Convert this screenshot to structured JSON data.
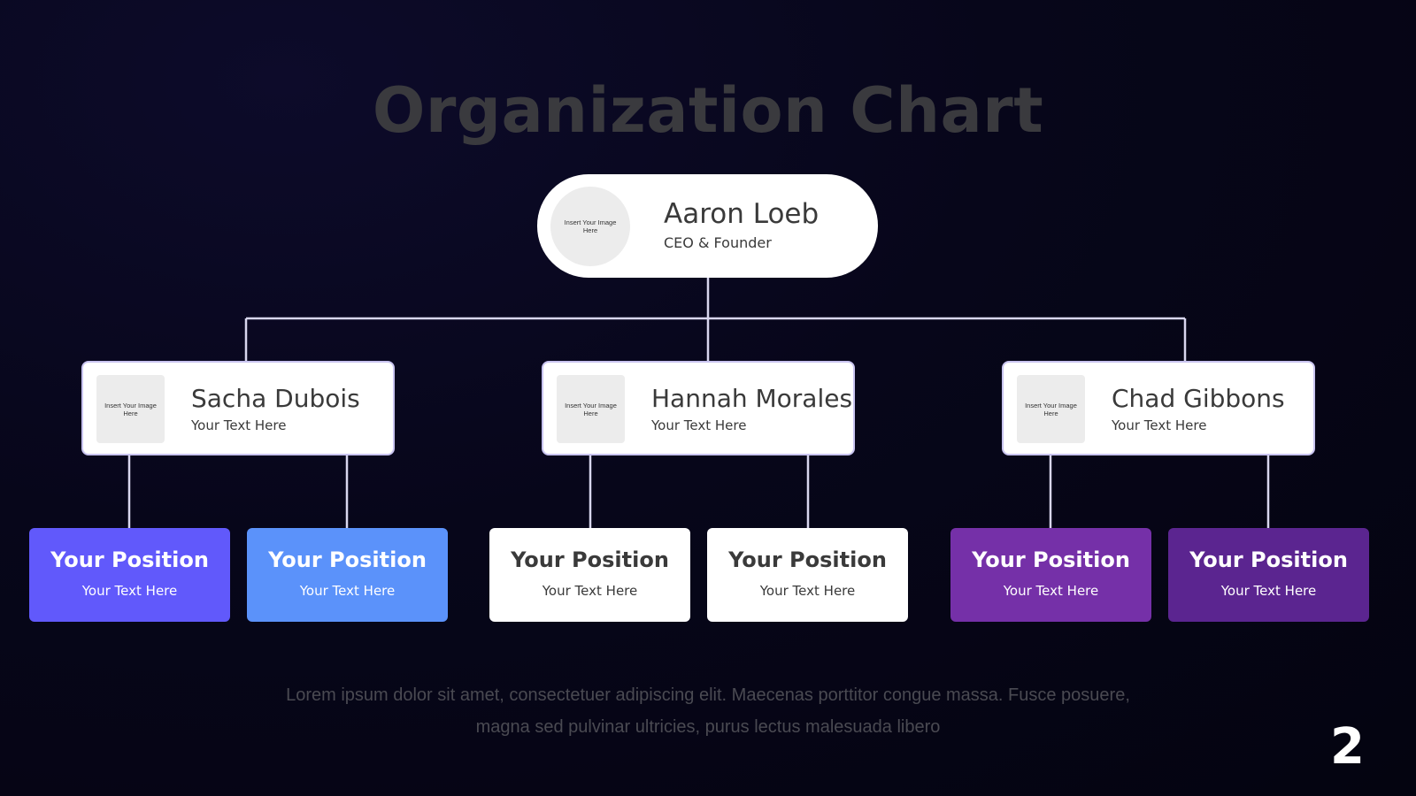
{
  "title": "Organization Chart",
  "ceo": {
    "name": "Aaron Loeb",
    "role": "CEO & Founder",
    "image_placeholder": "Insert Your Image Here"
  },
  "managers": [
    {
      "name": "Sacha Dubois",
      "text": "Your Text Here",
      "image_placeholder": "Insert Your Image Here"
    },
    {
      "name": "Hannah Morales",
      "text": "Your Text Here",
      "image_placeholder": "Insert Your Image Here"
    },
    {
      "name": "Chad Gibbons",
      "text": "Your Text Here",
      "image_placeholder": "Insert Your Image Here"
    }
  ],
  "positions": [
    {
      "title": "Your Position",
      "text": "Your Text Here",
      "bg": "#6159fb",
      "fg": "#ffffff"
    },
    {
      "title": "Your Position",
      "text": "Your Text Here",
      "bg": "#5b92fa",
      "fg": "#ffffff"
    },
    {
      "title": "Your Position",
      "text": "Your Text Here",
      "bg": "#ffffff",
      "fg": "#3a3a3a"
    },
    {
      "title": "Your Position",
      "text": "Your Text Here",
      "bg": "#ffffff",
      "fg": "#3a3a3a"
    },
    {
      "title": "Your Position",
      "text": "Your Text Here",
      "bg": "#7530a8",
      "fg": "#ffffff"
    },
    {
      "title": "Your Position",
      "text": "Your Text Here",
      "bg": "#5b2590",
      "fg": "#ffffff"
    }
  ],
  "footer": {
    "line1": "Lorem ipsum dolor sit amet, consectetuer adipiscing elit. Maecenas porttitor congue massa. Fusce posuere,",
    "line2": "magna sed pulvinar ultricies, purus lectus malesuada libero"
  },
  "page_number": "2",
  "colors": {
    "connector": "#d8d6ee",
    "background": "#07061a"
  }
}
